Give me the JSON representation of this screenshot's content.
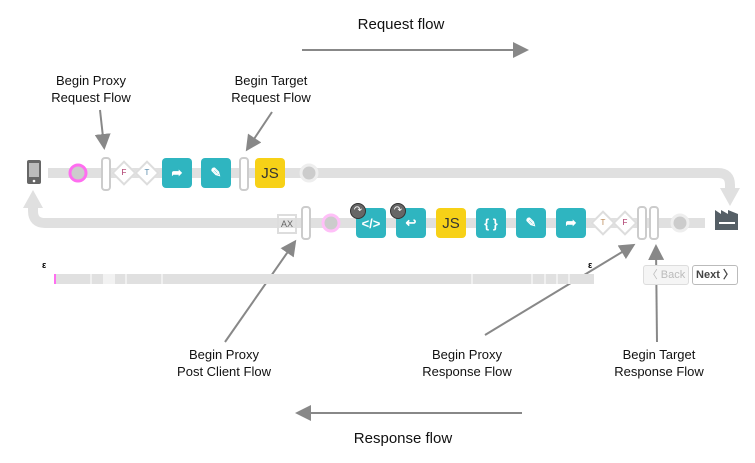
{
  "labels": {
    "request_flow": "Request flow",
    "response_flow": "Response flow",
    "begin_proxy_request": [
      "Begin Proxy",
      "Request Flow"
    ],
    "begin_target_request": [
      "Begin Target",
      "Request Flow"
    ],
    "begin_proxy_post_client": [
      "Begin Proxy",
      "Post Client Flow"
    ],
    "begin_proxy_response": [
      "Begin Proxy",
      "Response Flow"
    ],
    "begin_target_response": [
      "Begin Target",
      "Response Flow"
    ]
  },
  "request_steps": [
    {
      "type": "condition",
      "text": "F"
    },
    {
      "type": "condition",
      "text": "T"
    },
    {
      "type": "policy",
      "icon": "route-icon"
    },
    {
      "type": "policy",
      "icon": "pencil-icon"
    },
    {
      "type": "policy",
      "text": "JS"
    }
  ],
  "response_steps": [
    {
      "icon": "xml-code-icon"
    },
    {
      "icon": "route-curve-icon"
    },
    {
      "text": "JS"
    },
    {
      "icon": "json-braces-icon"
    },
    {
      "icon": "pencil-icon"
    },
    {
      "icon": "route-icon"
    }
  ],
  "response_conditions": [
    "T",
    "F"
  ],
  "ax_label": "AX",
  "timeline": {
    "start_marker": "ε",
    "end_marker": "ε"
  },
  "nav": {
    "back": "〈 Back",
    "next": "Next 〉"
  },
  "colors": {
    "policy": "#2fb5c0",
    "js": "#f7d117",
    "track": "#e0e0e0",
    "start": "#ff6ef0"
  }
}
